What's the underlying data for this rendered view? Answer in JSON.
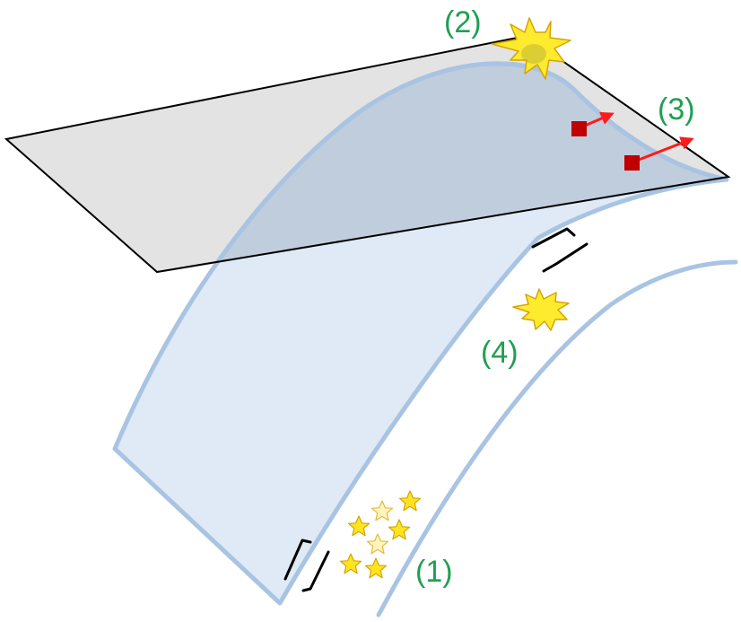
{
  "labels": {
    "l1": "(1)",
    "l2": "(2)",
    "l3": "(3)",
    "l4": "(4)"
  },
  "colors": {
    "label": "#1fa050",
    "plane_fill": "#e3e3e3",
    "plane_overlap": "#c3ccd8",
    "slab_fill": "#d9e6f4",
    "slab_edge": "#a9c4e2",
    "star_fill": "#ffeb2e",
    "star_stroke": "#d7a300",
    "marker": "#c00000",
    "arrow": "#ff1a1a",
    "shear": "#000000"
  },
  "icons": {
    "burst": "starburst-icon",
    "star": "star-icon",
    "marker": "square-marker-icon",
    "shear": "shear-arrow-icon"
  }
}
